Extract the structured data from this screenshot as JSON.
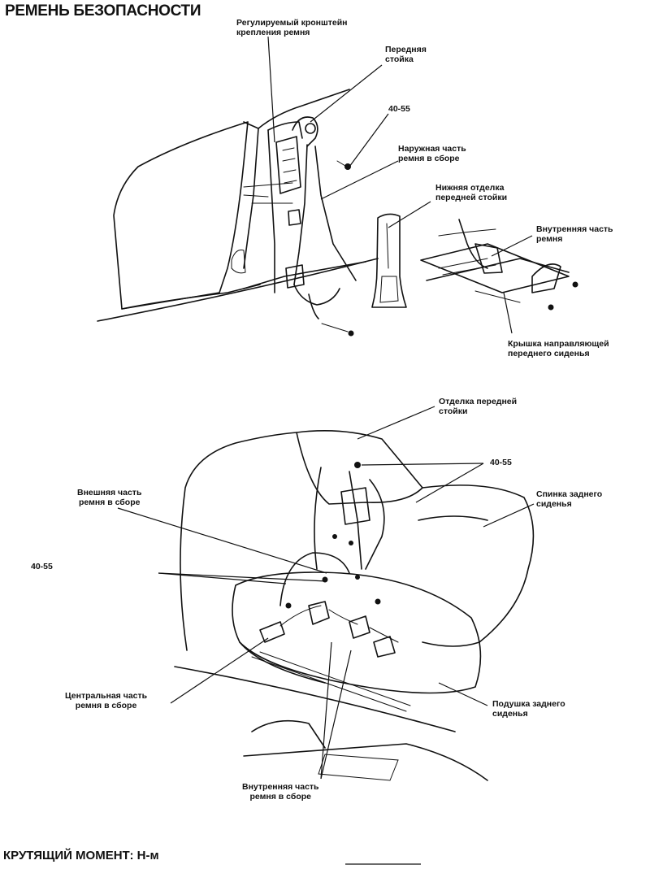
{
  "title": "РЕМЕНЬ БЕЗОПАСНОСТИ",
  "footer": {
    "torque_heading": "КРУТЯЩИЙ МОМЕНТ: Н-м"
  },
  "front": {
    "labels": {
      "adjustable_bracket": "Регулируемый кронштейн\nкрепления ремня",
      "front_pillar": "Передняя\nстойка",
      "torque": "40-55",
      "outer_belt": "Наружная часть\nремня в сборе",
      "lower_trim": "Нижняя отделка\nпередней стойки",
      "inner_belt": "Внутренняя часть\nремня",
      "seat_rail_cover": "Крышка направляющей\nпереднего сиденья"
    }
  },
  "rear": {
    "labels": {
      "pillar_trim": "Отделка передней\nстойки",
      "torque_right": "40-55",
      "outer_belt": "Внешняя часть\nремня в сборе",
      "seatback": "Спинка заднего\nсиденья",
      "torque_left": "40-55",
      "center_belt": "Центральная часть\nремня в сборе",
      "cushion": "Подушка заднего\nсиденья",
      "inner_belt": "Внутренняя часть\nремня в сборе"
    }
  }
}
